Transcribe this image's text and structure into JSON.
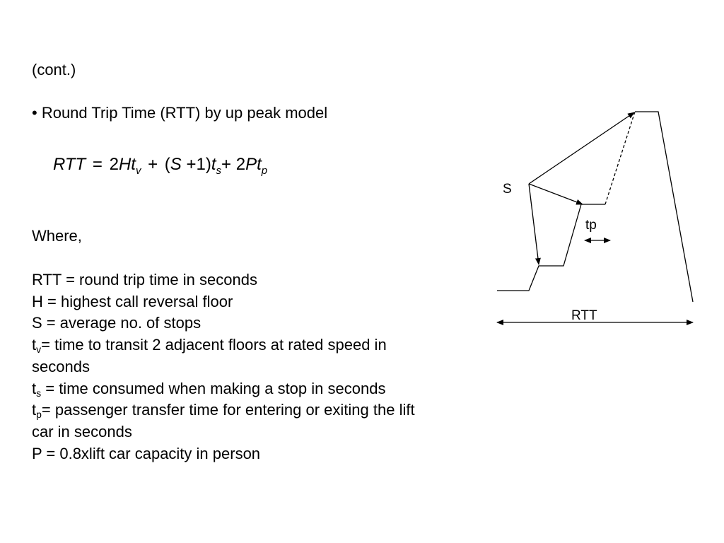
{
  "slide": {
    "continuation": "(cont.)",
    "bullet": "• Round Trip Time (RTT) by up peak model",
    "formula": {
      "lhs": "RTT",
      "equals": "=",
      "term1_coef": "2",
      "term1_var": "Ht",
      "term1_sub": "v",
      "plus1": "+",
      "open_paren": "(",
      "term2_var": "S",
      "term2_plus_one": "+1)",
      "term2_t": "t",
      "term2_sub": "s",
      "plus2": "+",
      "term3_coef": "2",
      "term3_var": "Pt",
      "term3_sub": "p"
    },
    "where": "Where,",
    "definitions": {
      "rtt": "RTT = round trip time in seconds",
      "h": "H = highest call reversal floor",
      "s": "S = average no. of stops",
      "tv_base": "t",
      "tv_sub": "v",
      "tv_text": "= time to transit 2 adjacent floors at rated speed in seconds",
      "ts_base": "t",
      "ts_sub": "s",
      "ts_text": " = time consumed when making a stop in seconds",
      "tp_base": "t",
      "tp_sub": "p",
      "tp_text": "= passenger transfer time for entering or exiting the lift car in seconds",
      "p": "P = 0.8xlift car capacity in person"
    },
    "diagram": {
      "label_s": "S",
      "label_tp": "tp",
      "label_rtt": "RTT"
    }
  }
}
